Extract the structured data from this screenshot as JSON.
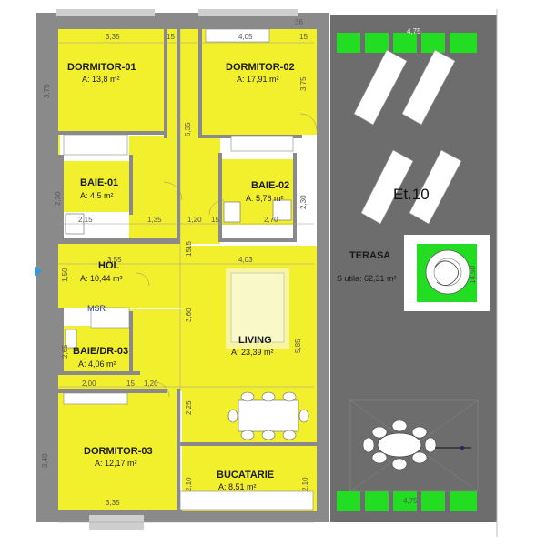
{
  "level": "Et.10",
  "colors": {
    "room_fill": "#f2ef2c",
    "terrace_fill": "#6d6d6d",
    "planter_green": "#22dd22",
    "wall": "#8a8a8a",
    "msr_text": "#2233bb"
  },
  "rooms": {
    "dormitor01": {
      "name": "DORMITOR-01",
      "area": "A: 13,8 m²"
    },
    "dormitor02": {
      "name": "DORMITOR-02",
      "area": "A: 17,91 m²"
    },
    "baie01": {
      "name": "BAIE-01",
      "area": "A: 4,5 m²"
    },
    "baie02": {
      "name": "BAIE-02",
      "area": "A: 5,76 m²"
    },
    "hol": {
      "name": "HOL",
      "area": "A: 10,44 m²"
    },
    "baiedr03": {
      "name": "BAIE/DR-03",
      "area": "A: 4,06 m²"
    },
    "living": {
      "name": "LIVING",
      "area": "A: 23,39 m²"
    },
    "dormitor03": {
      "name": "DORMITOR-03",
      "area": "A: 12,17 m²"
    },
    "bucatarie": {
      "name": "BUCATARIE",
      "area": "A: 8,51 m²"
    },
    "terasa": {
      "name": "TERASA",
      "area": "S utila: 62,31 m²"
    }
  },
  "msr": "MSR",
  "dimensions": {
    "d_335_top": "3,35",
    "d_15_a": "15",
    "d_405_top": "4,05",
    "d_15_b": "15",
    "d_475_top": "4,75",
    "d_375_left": "3,75",
    "d_375_right": "3,75",
    "d_635": "6,35",
    "d_230_a": "2,30",
    "d_230_b": "2,30",
    "d_215": "2,15",
    "d_135": "1,35",
    "d_120_a": "1,20",
    "d_15_c": "15",
    "d_270": "2,70",
    "d_355": "3,55",
    "d_403": "4,03",
    "d_150": "1,50",
    "d_15_d": "15",
    "d_360": "3,60",
    "d_265": "2,65",
    "d_585": "5,85",
    "d_200": "2,00",
    "d_15_e": "15",
    "d_120_b": "1,20",
    "d_225": "2,25",
    "d_1450": "14,50",
    "d_340": "3,40",
    "d_210_a": "2,10",
    "d_210_b": "2,10",
    "d_335_bottom": "3,35",
    "d_475_bottom": "4,75",
    "d_15_f": "15",
    "d_36": "36"
  }
}
